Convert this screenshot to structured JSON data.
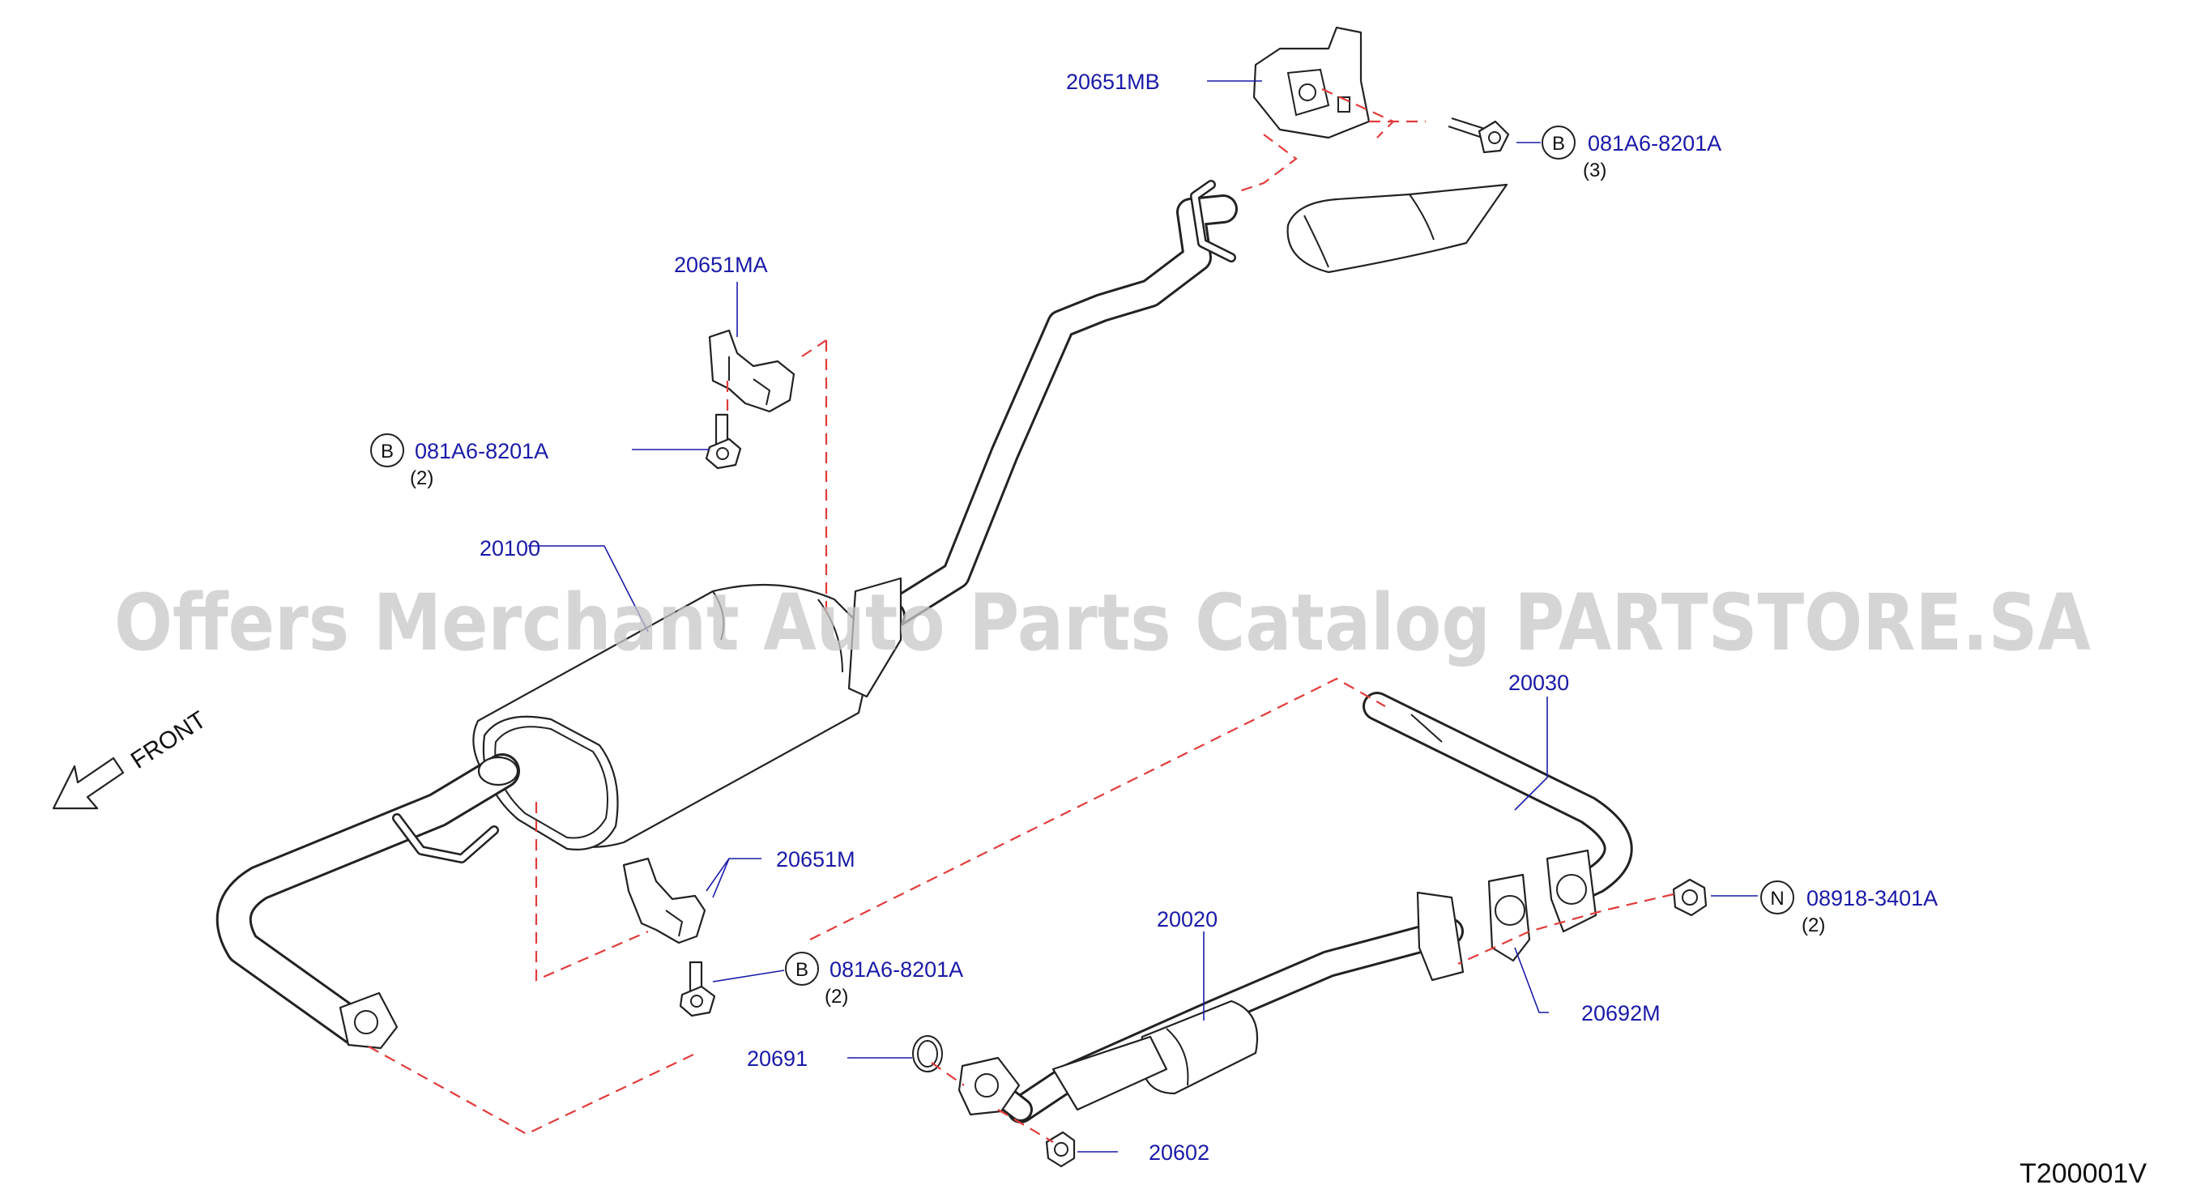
{
  "diagram_code": "T200001V",
  "watermark": "Offers Merchant Auto Parts Catalog PARTSTORE.SA",
  "front_label": "FRONT",
  "callouts": {
    "mount_rear": {
      "part": "20651MB"
    },
    "mount_mid": {
      "part": "20651MA"
    },
    "mount_front": {
      "part": "20651M"
    },
    "muffler": {
      "part": "20100"
    },
    "center_pipe": {
      "part": "20030"
    },
    "front_tube": {
      "part": "20020"
    },
    "gasket_flange": {
      "part": "20692M"
    },
    "seal_ring": {
      "part": "20691"
    },
    "nut_front": {
      "part": "20602"
    }
  },
  "fasteners": [
    {
      "symbol": "B",
      "part": "081A6-8201A",
      "qty": "(3)"
    },
    {
      "symbol": "B",
      "part": "081A6-8201A",
      "qty": "(2)"
    },
    {
      "symbol": "B",
      "part": "081A6-8201A",
      "qty": "(2)"
    },
    {
      "symbol": "N",
      "part": "08918-3401A",
      "qty": "(2)"
    }
  ],
  "colors": {
    "callout_text": "#1a1aa8",
    "dashed_link": "#e23b3b",
    "line_art": "#222222",
    "watermark": "#c8c8c8"
  }
}
